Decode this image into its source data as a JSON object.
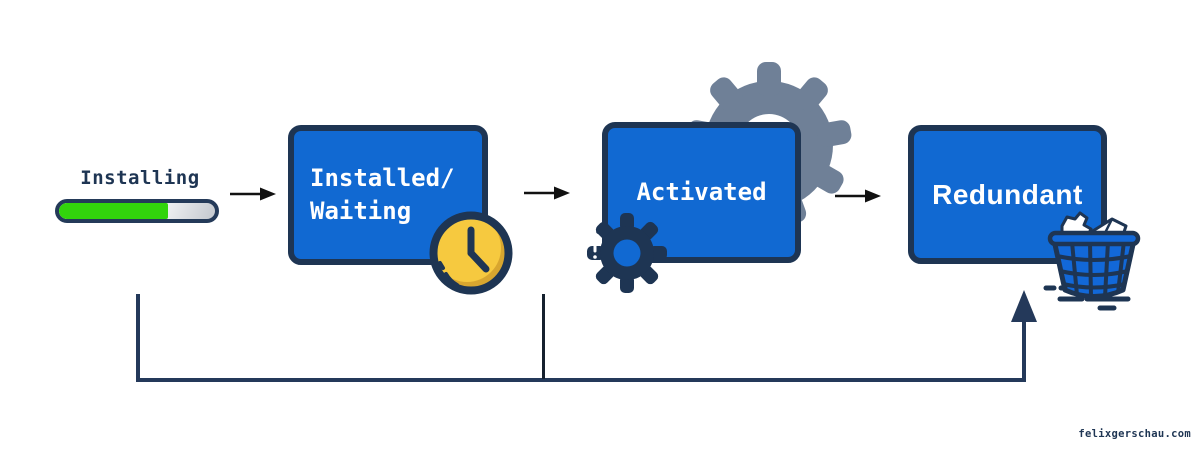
{
  "diagram": {
    "stage_installing": {
      "label": "Installing",
      "progress_percent": 70
    },
    "stage_installed_waiting": {
      "label_line1": "Installed/",
      "label_line2": "Waiting",
      "icon": "clock-icon"
    },
    "stage_activated": {
      "label": "Activated",
      "icon_background": "gear-large-icon",
      "icon_foreground": "gear-small-icon"
    },
    "stage_redundant": {
      "label": "Redundant",
      "icon": "trash-icon"
    },
    "flow": {
      "forward_arrow_count": 3,
      "return_path": "from Installing and Installed/Waiting along bottom up into Redundant"
    }
  },
  "watermark": "felixgerschau.com",
  "colors": {
    "navy": "#1e3553",
    "box_blue": "#1169d2",
    "progress_green": "#32d40c",
    "clock_yellow": "#f6c93f",
    "clock_shadow": "#d8a62f",
    "gear_gray": "#6f8097",
    "trash_blue": "#1268d8",
    "arrow_black": "#111111",
    "background": "#ffffff"
  }
}
